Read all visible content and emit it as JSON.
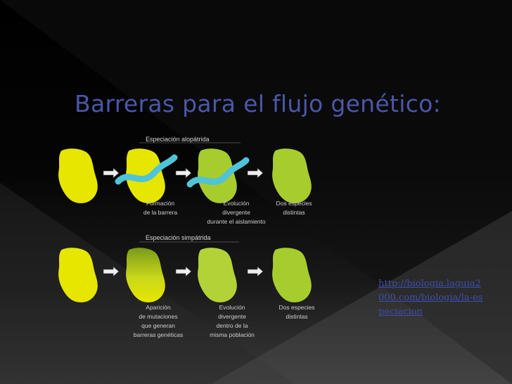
{
  "slide": {
    "title": "Barreras para el flujo genético:",
    "link_text": "http://biologia.laguia2000.com/biologia/la-especiacion"
  },
  "figure": {
    "allopatric": {
      "heading": "Especiación alopátrida",
      "captions": [
        [
          "Formación",
          "de la barrera"
        ],
        [
          "Evolución",
          "divergente",
          "durante el aislamiento"
        ],
        [
          "Dos especies",
          "distintas"
        ]
      ]
    },
    "sympatric": {
      "heading": "Especiación simpátrida",
      "captions": [
        [
          "Aparición",
          "de mutaciones",
          "que generan",
          "barreras genéticas"
        ],
        [
          "Evolución",
          "divergente",
          "dentro de la",
          "misma población"
        ],
        [
          "Dos especies",
          "distintas"
        ]
      ]
    }
  },
  "colors": {
    "title": "#4a57a8",
    "link": "#3c4fb0",
    "yellow": "#e6e600",
    "light_green": "#a6cc2e",
    "dark_green": "#3f7d22",
    "water": "#4fc4d8"
  }
}
